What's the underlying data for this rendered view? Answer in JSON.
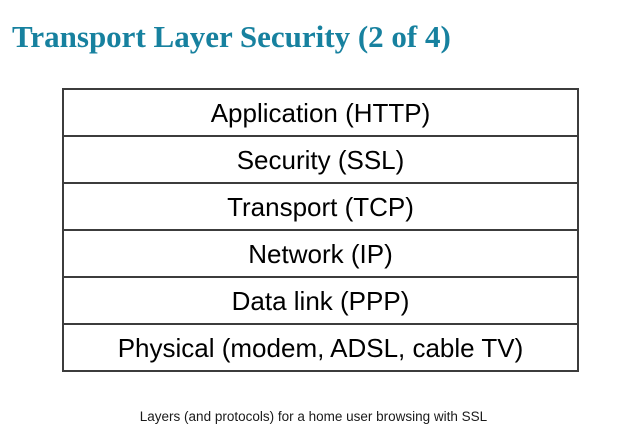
{
  "slide": {
    "title": "Transport Layer Security (2 of 4)",
    "title_color": "#17819f",
    "background_color": "#ffffff",
    "border_color": "#3c3c3c",
    "text_color": "#000000"
  },
  "layer_stack": {
    "rows": [
      {
        "label": "Application (HTTP)"
      },
      {
        "label": "Security (SSL)"
      },
      {
        "label": "Transport (TCP)"
      },
      {
        "label": "Network (IP)"
      },
      {
        "label": "Data link (PPP)"
      },
      {
        "label": "Physical (modem, ADSL, cable TV)"
      }
    ]
  },
  "caption": {
    "text": "Layers (and protocols) for a home user browsing with SSL"
  }
}
